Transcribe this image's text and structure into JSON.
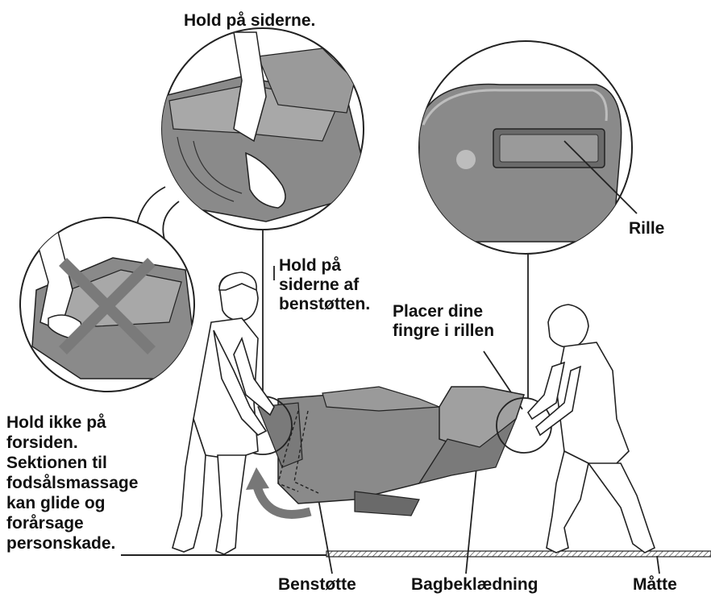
{
  "labels": {
    "hold_sides": "Hold på siderne.",
    "hold_leg_sides": [
      "Hold på",
      "siderne af",
      "benstøtten."
    ],
    "place_fingers": [
      "Placer dine",
      "fingre i rillen"
    ],
    "groove": "Rille",
    "warning": [
      "Hold ikke på",
      "forsiden.",
      "Sektionen til",
      "fodsålsmassage",
      "kan glide og",
      "forårsage",
      "personskade."
    ],
    "leg_rest": "Benstøtte",
    "back_cover": "Bagbeklædning",
    "mat": "Måtte"
  },
  "colors": {
    "chair": "#8a8a8a",
    "chair_dark": "#6a6a6a",
    "chair_light": "#a8a8a8",
    "cross": "#7a7a7a",
    "arrow": "#777777",
    "line": "#222222"
  }
}
